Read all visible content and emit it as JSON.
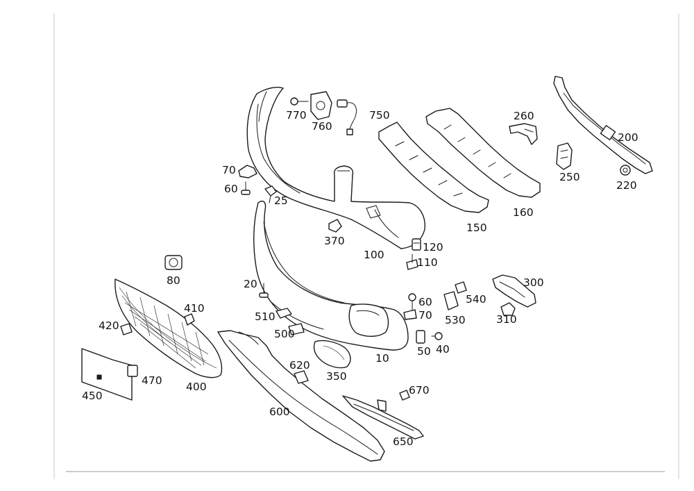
{
  "diagram": {
    "labels": {
      "p10": "10",
      "p20": "20",
      "p25": "25",
      "p40": "40",
      "p50": "50",
      "p60a": "60",
      "p60b": "60",
      "p70a": "70",
      "p70b": "70",
      "p80": "80",
      "p100": "100",
      "p110": "110",
      "p120": "120",
      "p150": "150",
      "p160": "160",
      "p200": "200",
      "p220": "220",
      "p250": "250",
      "p260": "260",
      "p300": "300",
      "p310": "310",
      "p350": "350",
      "p370": "370",
      "p400": "400",
      "p410": "410",
      "p420": "420",
      "p450": "450",
      "p470": "470",
      "p500": "500",
      "p510": "510",
      "p530": "530",
      "p540": "540",
      "p600": "600",
      "p620": "620",
      "p650": "650",
      "p670": "670",
      "p750": "750",
      "p760": "760",
      "p770": "770"
    }
  }
}
